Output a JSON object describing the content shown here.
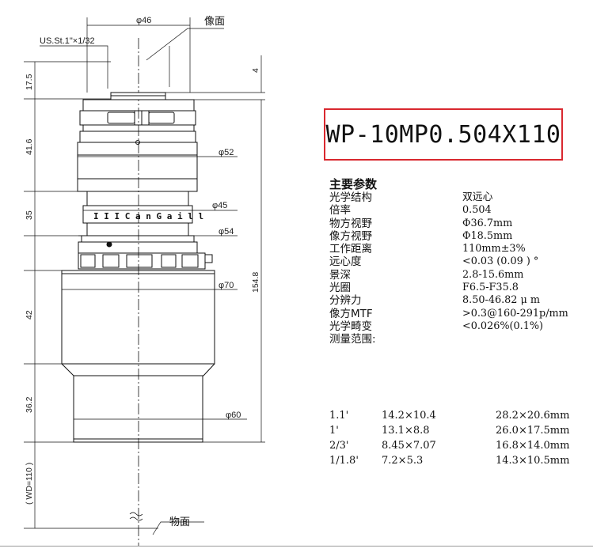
{
  "drawing": {
    "label_image_plane": "像面",
    "label_object_plane": "物面",
    "thread": "US.St.1\"×1/32",
    "d46": "φ46",
    "d52": "φ52",
    "d45": "φ45",
    "d54": "φ54",
    "d70": "φ70",
    "d60": "φ60",
    "h17_5": "17.5",
    "h41_6": "41.6",
    "h35": "35",
    "h42": "42",
    "h36_2": "36.2",
    "wd": "( WD=110 )",
    "h4": "4",
    "h154_8": "154.8"
  },
  "model": "WP-10MP0.504X110",
  "params": {
    "title": "主要参数",
    "rows": [
      {
        "k": "光学结构",
        "v": "双远心"
      },
      {
        "k": "倍率",
        "v": "0.504"
      },
      {
        "k": "物方视野",
        "v": "Φ36.7mm"
      },
      {
        "k": "像方视野",
        "v": "Φ18.5mm"
      },
      {
        "k": "工作距离",
        "v": "110mm±3%"
      },
      {
        "k": "远心度",
        "v": "<0.03 (0.09 )  °"
      },
      {
        "k": "景深",
        "v": "2.8-15.6mm"
      },
      {
        "k": "光圈",
        "v": "F6.5-F35.8"
      },
      {
        "k": "分辨力",
        "v": "8.50-46.82 μ m"
      },
      {
        "k": "像方MTF",
        "v": ">0.3@160-291p/mm"
      },
      {
        "k": "光学畸变",
        "v": "<0.026%(0.1%)"
      }
    ],
    "fov_title": "测量范围:"
  },
  "fov": [
    {
      "s": "1.1'",
      "a": "14.2×10.4",
      "b": "28.2×20.6mm"
    },
    {
      "s": "1'",
      "a": "13.1×8.8",
      "b": "26.0×17.5mm"
    },
    {
      "s": "2/3'",
      "a": "8.45×7.07",
      "b": "16.8×14.0mm"
    },
    {
      "s": "1/1.8'",
      "a": "7.2×5.3",
      "b": "14.3×10.5mm"
    }
  ]
}
